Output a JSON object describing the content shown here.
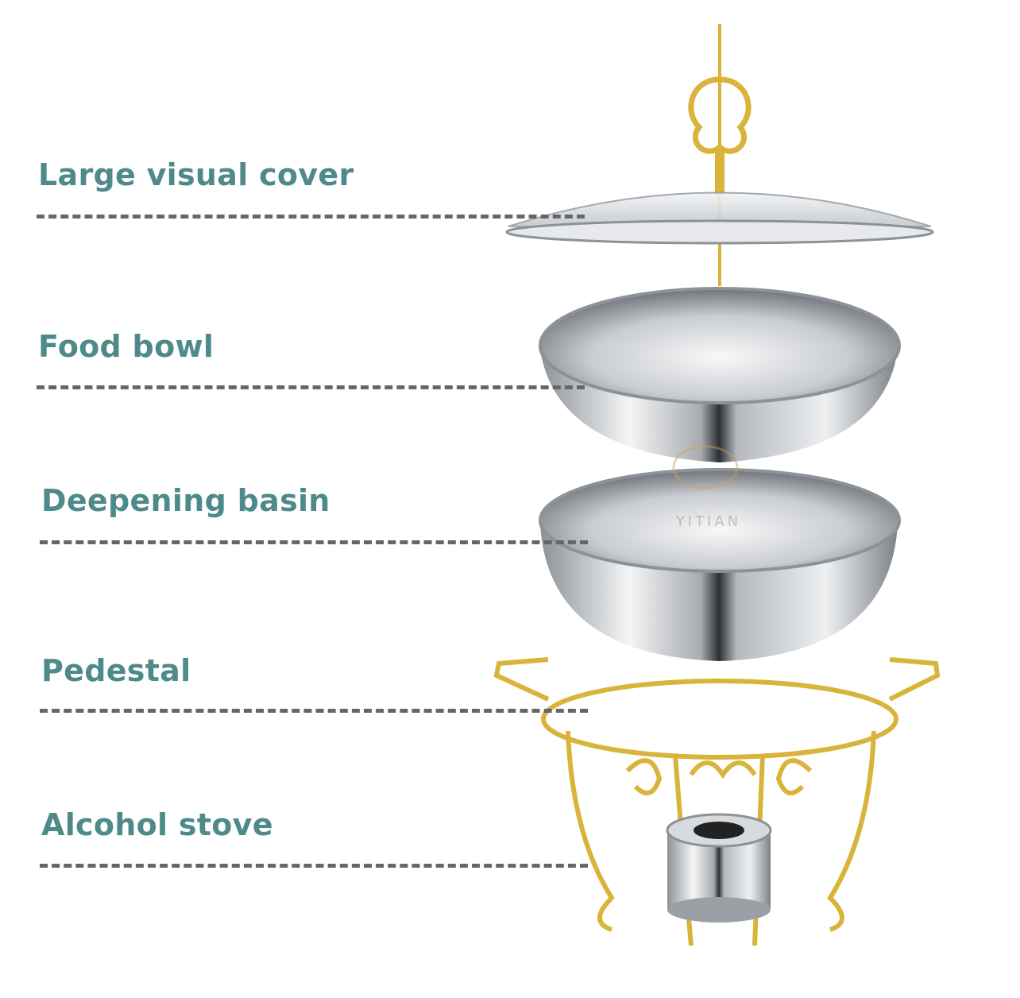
{
  "labels": [
    {
      "text": "Large visual cover"
    },
    {
      "text": "Food bowl"
    },
    {
      "text": "Deepening basin"
    },
    {
      "text": "Pedestal"
    },
    {
      "text": "Alcohol stove"
    }
  ],
  "watermark": "YITIAN",
  "colors": {
    "label_text": "#4f8a8a",
    "leader_line": "#666666",
    "gold": "#d9b33a",
    "steel": "#b8bcc2"
  }
}
